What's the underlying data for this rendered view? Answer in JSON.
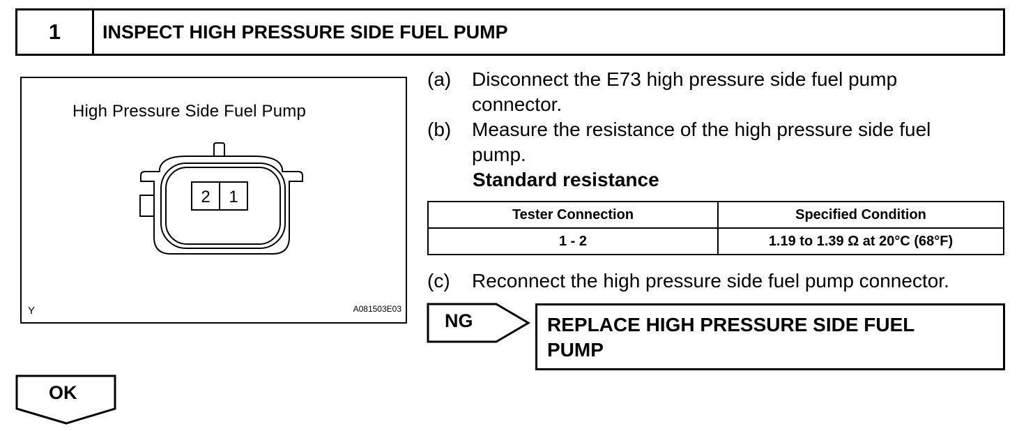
{
  "step": {
    "number": "1",
    "title": "INSPECT HIGH PRESSURE SIDE FUEL PUMP"
  },
  "figure": {
    "caption": "High Pressure Side Fuel Pump",
    "pins": [
      "2",
      "1"
    ],
    "corner_left": "Y",
    "corner_right": "A081503E03"
  },
  "instructions": {
    "a": {
      "label": "(a)",
      "line1": "Disconnect the E73 high pressure side fuel pump",
      "line2": "connector."
    },
    "b": {
      "label": "(b)",
      "line1": "Measure the resistance of the high pressure side fuel",
      "line2": "pump."
    },
    "standard_label": "Standard resistance",
    "c": {
      "label": "(c)",
      "line1": "Reconnect the high pressure side fuel pump connector."
    }
  },
  "table": {
    "headers": [
      "Tester Connection",
      "Specified Condition"
    ],
    "rows": [
      [
        "1 - 2",
        "1.19 to 1.39 Ω at 20°C (68°F)"
      ]
    ]
  },
  "ng": {
    "label": "NG",
    "result_line1": "REPLACE HIGH PRESSURE SIDE FUEL",
    "result_line2": "PUMP"
  },
  "ok": {
    "label": "OK"
  }
}
